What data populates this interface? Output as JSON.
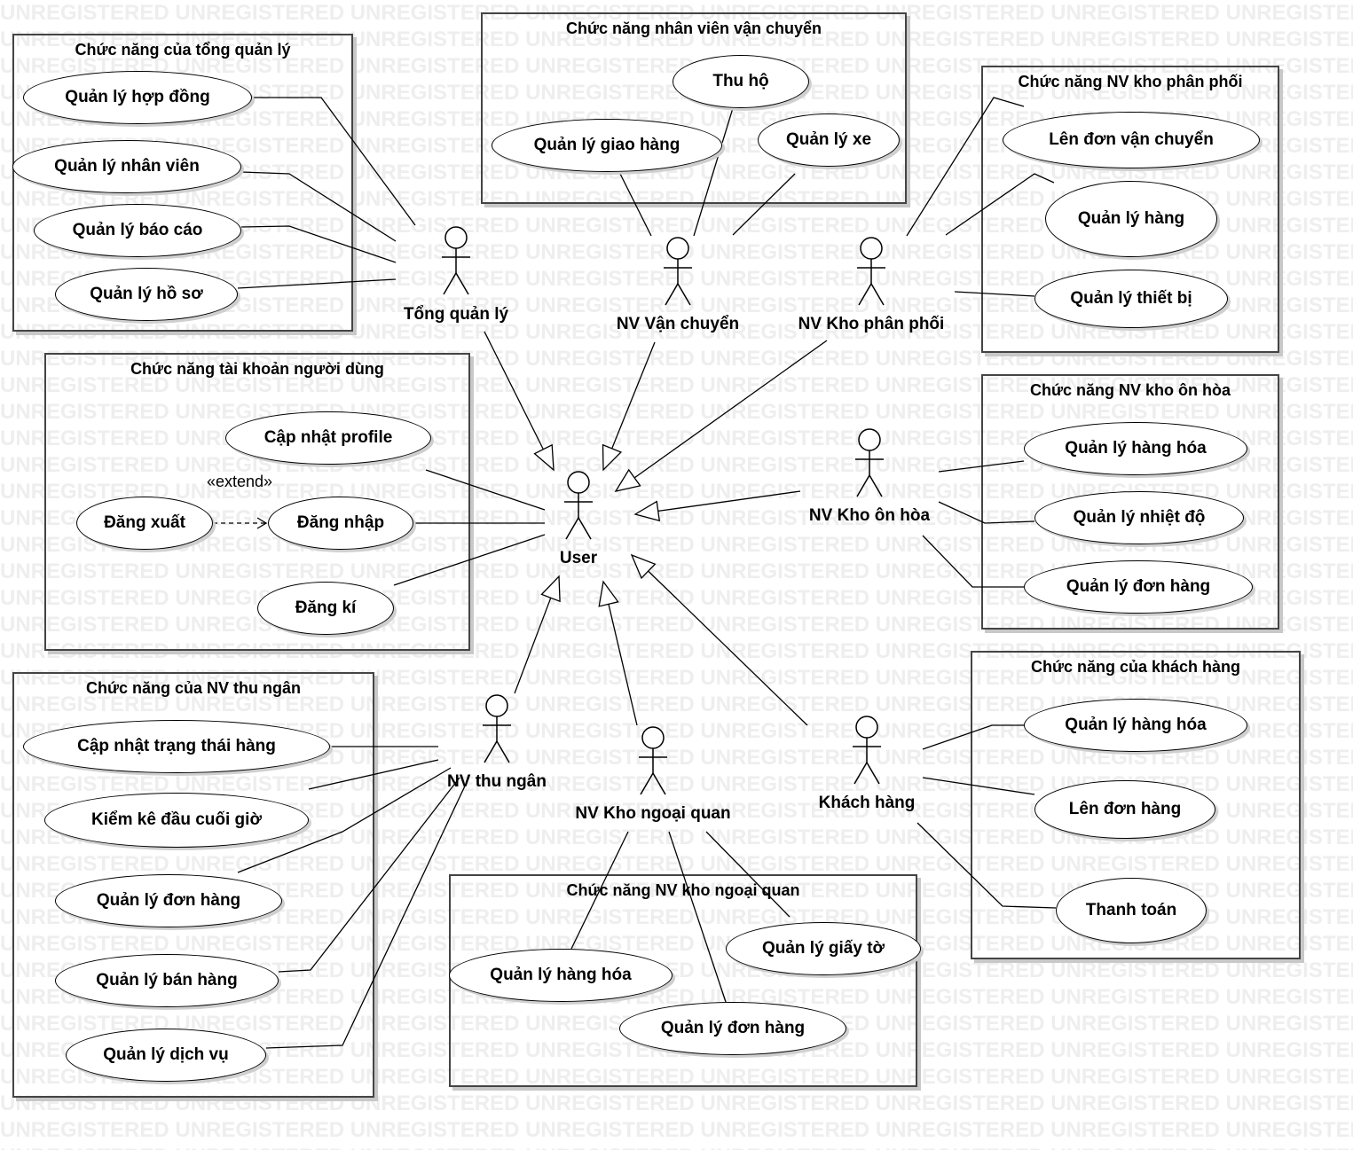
{
  "watermark": "UNREGISTERED",
  "packages": {
    "tong_quan_ly": "Chức năng của tổng quản lý",
    "nhan_vien_van_chuyen": "Chức năng nhân viên vận chuyển",
    "nv_kho_phan_phoi": "Chức năng NV kho phân phối",
    "tai_khoan": "Chức năng tài khoản người dùng",
    "nv_kho_on_hoa": "Chức năng NV kho ôn hòa",
    "nv_thu_ngan": "Chức năng của NV thu ngân",
    "khach_hang": "Chức năng của khách hàng",
    "nv_kho_ngoai_quan": "Chức năng NV kho ngoại quan"
  },
  "actors": {
    "tong_quan_ly": "Tổng quản lý",
    "nv_van_chuyen": "NV Vận chuyển",
    "nv_kho_phan_phoi": "NV Kho phân phối",
    "user": "User",
    "nv_kho_on_hoa": "NV Kho ôn hòa",
    "nv_thu_ngan": "NV thu ngân",
    "nv_kho_ngoai_quan": "NV Kho ngoại quan",
    "khach_hang": "Khách hàng"
  },
  "usecases": {
    "ql_hop_dong": "Quản lý hợp đồng",
    "ql_nhan_vien": "Quản lý nhân viên",
    "ql_bao_cao": "Quản lý báo cáo",
    "ql_ho_so": "Quản lý hồ sơ",
    "thu_ho": "Thu hộ",
    "ql_giao_hang": "Quản lý giao hàng",
    "ql_xe": "Quản lý xe",
    "len_don_van_chuyen": "Lên đơn vận chuyển",
    "pp_ql_hang": "Quản lý hàng",
    "ql_thiet_bi": "Quản lý thiết bị",
    "cap_nhat_profile": "Cập nhật profile",
    "dang_xuat": "Đăng xuất",
    "dang_nhap": "Đăng nhập",
    "dang_ki": "Đăng kí",
    "oh_ql_hang_hoa": "Quản lý hàng hóa",
    "ql_nhiet_do": "Quản lý nhiệt độ",
    "oh_ql_don_hang": "Quản lý đơn hàng",
    "cap_nhat_trang_thai": "Cập nhật trạng thái hàng",
    "kiem_ke": "Kiểm kê đầu cuối giờ",
    "tn_ql_don_hang": "Quản lý đơn hàng",
    "ql_ban_hang": "Quản lý bán hàng",
    "ql_dich_vu": "Quản lý dịch vụ",
    "kh_ql_hang_hoa": "Quản lý hàng hóa",
    "len_don_hang": "Lên đơn hàng",
    "thanh_toan": "Thanh toán",
    "nq_ql_hang_hoa": "Quản lý hàng hóa",
    "ql_giay_to": "Quản lý giấy tờ",
    "nq_ql_don_hang": "Quản lý đơn hàng"
  },
  "relations": {
    "extend": "«extend»"
  }
}
